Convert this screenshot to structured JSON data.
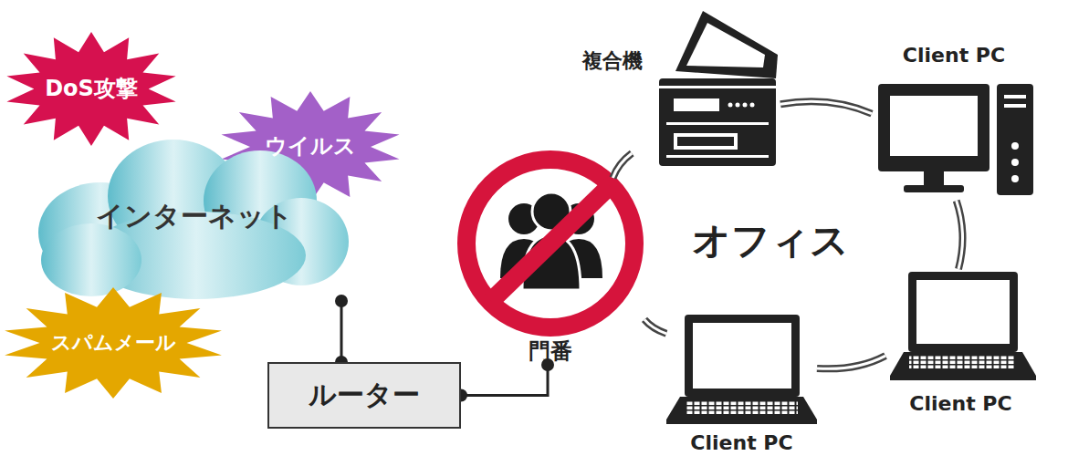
{
  "diagram": {
    "nodes": [
      {
        "text": [
          "DoS攻撃"
        ]
      },
      {
        "text": [
          "ウイルス"
        ]
      },
      {
        "text": [
          "インターネット"
        ]
      },
      {
        "text": [
          "スパムメール"
        ]
      },
      {
        "text": [
          "ルーター"
        ]
      },
      {
        "text": [
          "門番"
        ]
      },
      {
        "text": [
          "複合機"
        ]
      },
      {
        "text": [
          "Client PC"
        ]
      },
      {
        "text": [
          "Client PC"
        ]
      },
      {
        "text": [
          "Client PC"
        ]
      }
    ],
    "edges": [
      {
        "from": 2,
        "to": 4,
        "arrow": "none"
      },
      {
        "from": 4,
        "to": 5,
        "arrow": "none"
      },
      {
        "from": 5,
        "to": 6,
        "arrow": "none"
      },
      {
        "from": 6,
        "to": 7,
        "arrow": "none"
      },
      {
        "from": 7,
        "to": 8,
        "arrow": "none"
      },
      {
        "from": 8,
        "to": 9,
        "arrow": "none"
      },
      {
        "from": 9,
        "to": 5,
        "arrow": "none"
      }
    ],
    "labels": [
      "オフィス"
    ]
  }
}
